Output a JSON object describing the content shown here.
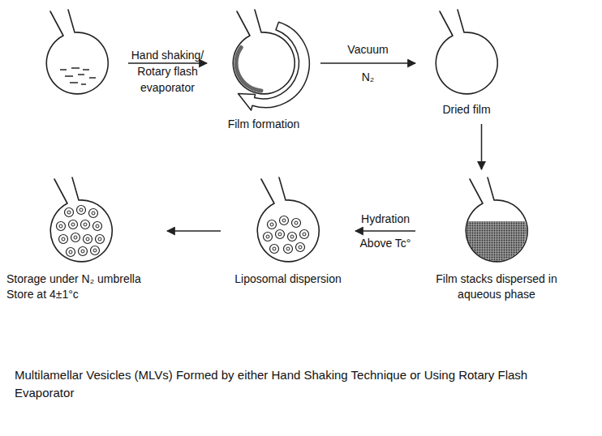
{
  "diagram": {
    "caption": "Multilamellar Vesicles (MLVs) Formed by either Hand Shaking Technique or Using Rotary Flash Evaporator",
    "nodes": [
      {
        "text": []
      },
      {
        "text": [
          "Film formation"
        ]
      },
      {
        "text": [
          "Dried film"
        ]
      },
      {
        "text": [
          "Film stacks dispersed in aqueous phase"
        ]
      },
      {
        "text": [
          "Liposomal dispersion"
        ]
      },
      {
        "text": [
          "Storage under N₂ umbrella",
          "Store at 4±1°c"
        ]
      }
    ],
    "edges": [
      {
        "from": 0,
        "to": 1,
        "arrow": "to",
        "label": "Hand shaking/ Rotary flash evaporator"
      },
      {
        "from": 1,
        "to": 2,
        "arrow": "to",
        "label": "Vacuum N₂"
      },
      {
        "from": 2,
        "to": 3,
        "arrow": "to"
      },
      {
        "from": 3,
        "to": 4,
        "arrow": "to",
        "label": "Hydration Above Tc°"
      },
      {
        "from": 4,
        "to": 5,
        "arrow": "to"
      }
    ]
  }
}
